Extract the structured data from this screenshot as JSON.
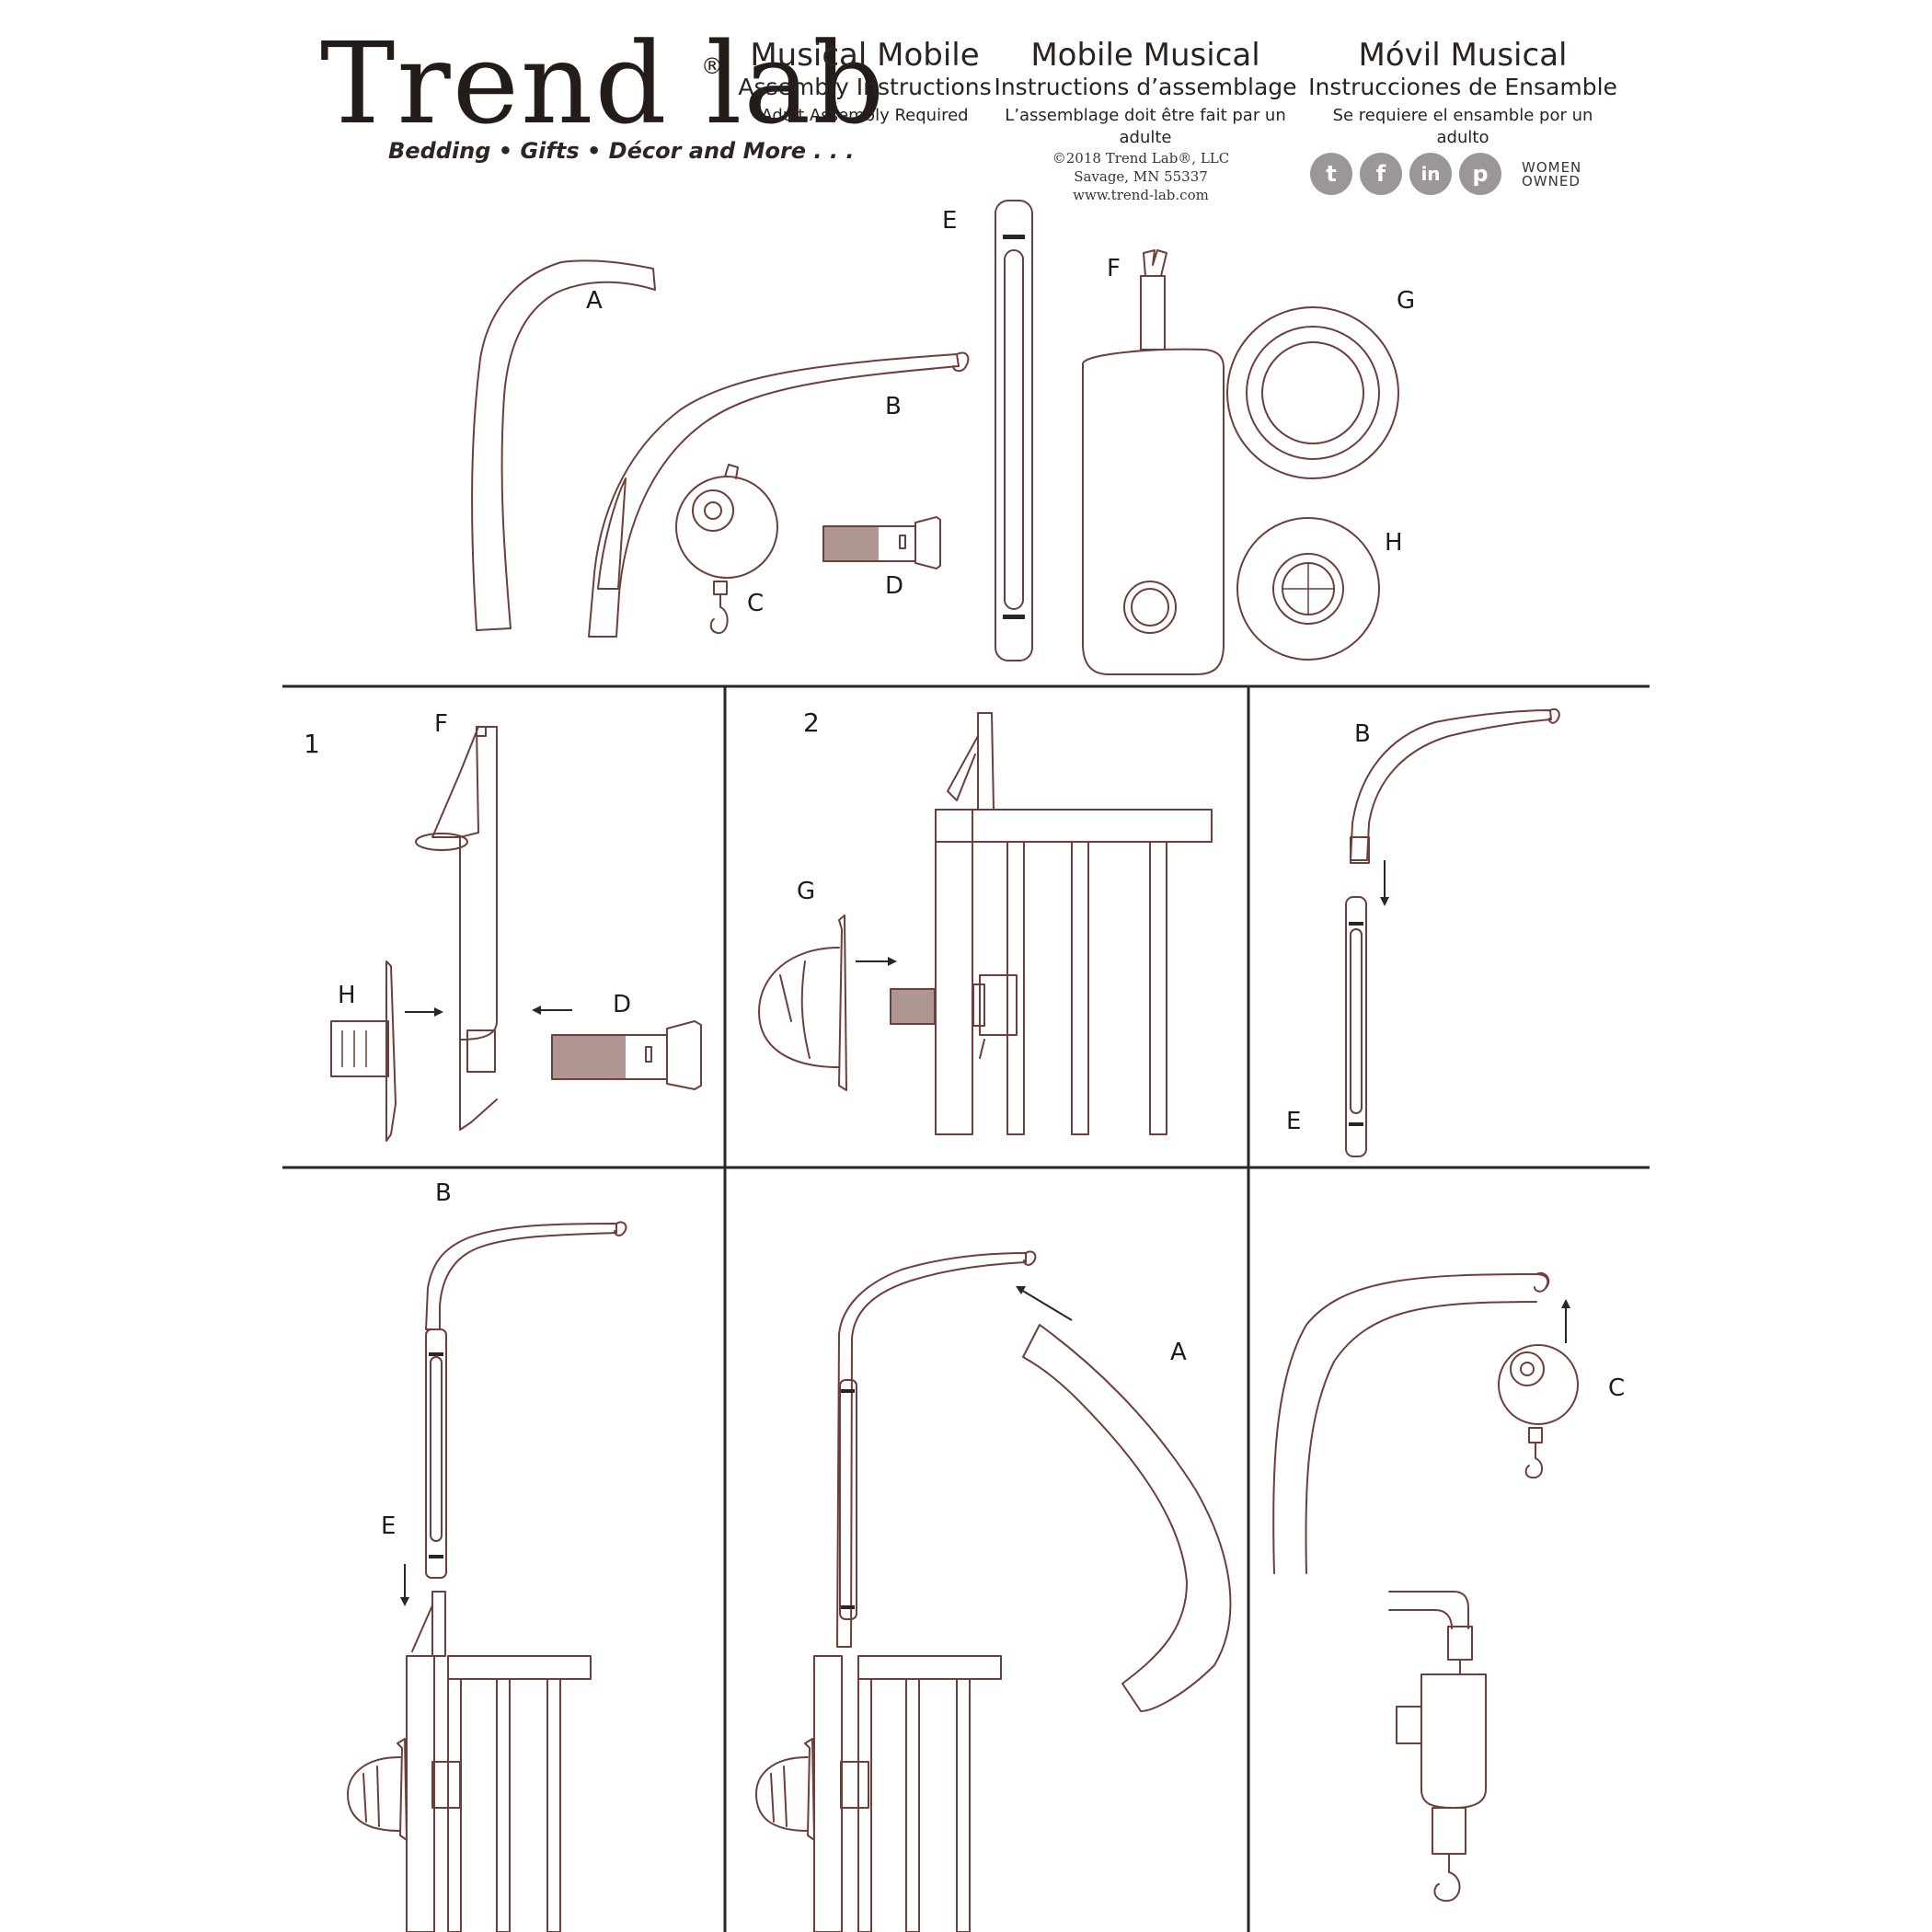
{
  "brand": {
    "name": "Trend lab",
    "registered": "®",
    "tagline": "Bedding • Gifts • Décor and More . . ."
  },
  "titles": [
    {
      "title": "Musical Mobile",
      "subtitle": "Assembly Instructions",
      "note": "Adult Assembly Required"
    },
    {
      "title": "Mobile Musical",
      "subtitle": "Instructions d’assemblage",
      "note": "L’assemblage doit être fait par un adulte"
    },
    {
      "title": "Móvil Musical",
      "subtitle": "Instrucciones de Ensamble",
      "note": "Se requiere el ensamble por un adulto"
    }
  ],
  "company": {
    "copyright": "©2018 Trend Lab®, LLC",
    "address": "Savage, MN 55337",
    "website": "www.trend-lab.com"
  },
  "social_icons": [
    "twitter-icon",
    "facebook-icon",
    "linkedin-icon",
    "pinterest-icon"
  ],
  "women_owned": {
    "line1": "WOMEN",
    "line2": "OWNED"
  },
  "parts": [
    "A",
    "B",
    "C",
    "D",
    "E",
    "F",
    "G",
    "H"
  ],
  "steps": {
    "step1": {
      "number": "1",
      "labels": [
        "F",
        "H",
        "D"
      ]
    },
    "step2": {
      "number": "2",
      "labels": [
        "G"
      ]
    },
    "step3": {
      "labels": [
        "B",
        "E"
      ]
    },
    "step4": {
      "labels": [
        "B",
        "E"
      ]
    },
    "step5": {
      "labels": [
        "A"
      ]
    },
    "step6": {
      "labels": [
        "C"
      ]
    }
  },
  "colors": {
    "line": "#6e3f3a",
    "text": "#231c19",
    "grid": "#2d2523",
    "social": "#9a9796"
  }
}
